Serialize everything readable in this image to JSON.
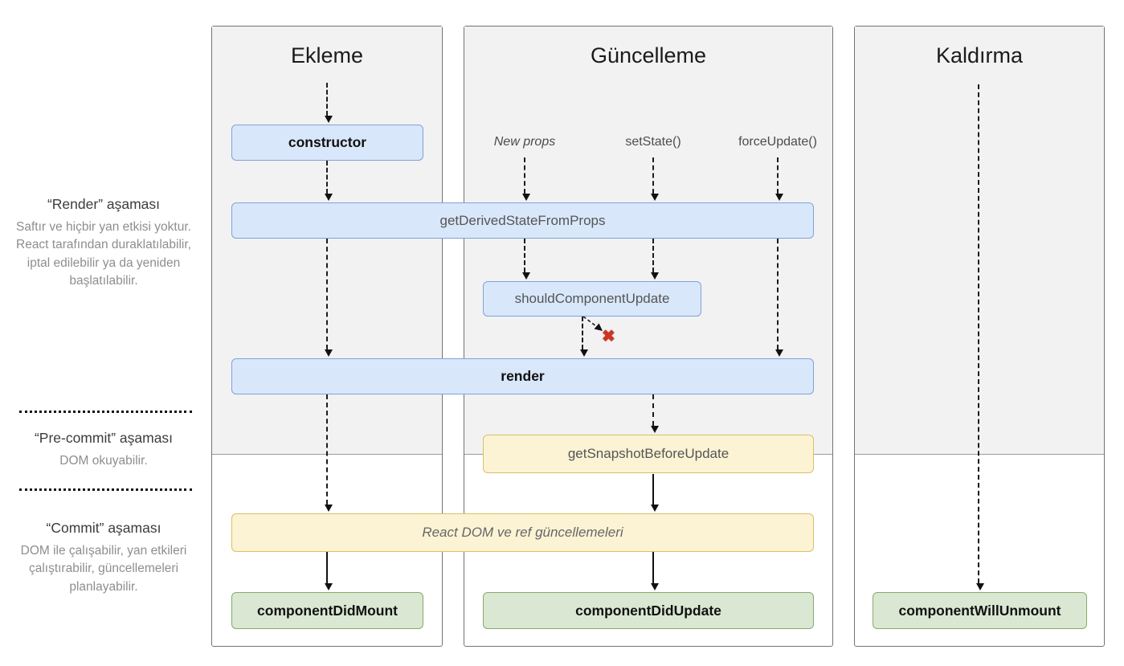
{
  "sidebar": {
    "render_phase": {
      "title": "“Render” aşaması",
      "desc": "Saftır ve hiçbir yan etkisi yoktur. React tarafından duraklatılabilir, iptal edilebilir ya da yeniden başlatılabilir."
    },
    "pre_commit_phase": {
      "title": "“Pre-commit” aşaması",
      "desc": "DOM okuyabilir."
    },
    "commit_phase": {
      "title": "“Commit” aşaması",
      "desc": "DOM ile çalışabilir, yan etkileri çalıştırabilir, güncellemeleri planlayabilir."
    }
  },
  "columns": {
    "mounting": {
      "title": "Ekleme"
    },
    "updating": {
      "title": "Güncelleme"
    },
    "unmounting": {
      "title": "Kaldırma"
    }
  },
  "triggers": {
    "new_props": "New props",
    "set_state": "setState()",
    "force_update": "forceUpdate()"
  },
  "methods": {
    "constructor": "constructor",
    "get_derived_state_from_props": "getDerivedStateFromProps",
    "should_component_update": "shouldComponentUpdate",
    "render": "render",
    "get_snapshot_before_update": "getSnapshotBeforeUpdate",
    "react_dom_updates": "React DOM ve ref güncellemeleri",
    "component_did_mount": "componentDidMount",
    "component_did_update": "componentDidUpdate",
    "component_will_unmount": "componentWillUnmount"
  },
  "icons": {
    "cancel": "✖"
  },
  "colors": {
    "phase_bg": "#f2f2f2",
    "blue_fill": "#d9e7fb",
    "blue_border": "#7fa3d7",
    "yellow_fill": "#fcf3d4",
    "yellow_border": "#dcbf66",
    "green_fill": "#dae8d3",
    "green_border": "#85ab6b",
    "cancel_red": "#cf3421"
  }
}
